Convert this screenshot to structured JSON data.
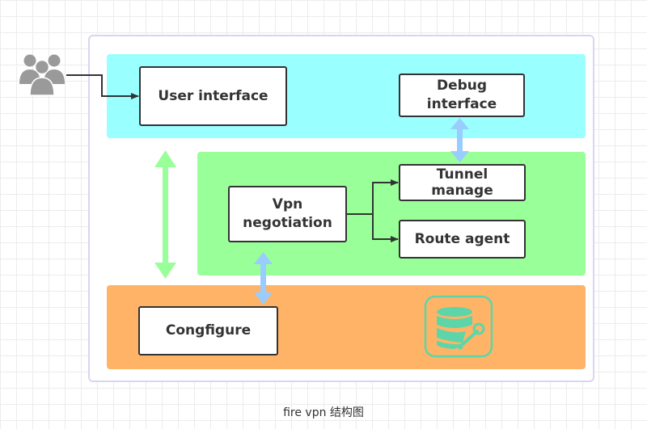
{
  "nodes": {
    "user_interface": "User interface",
    "debug_interface": "Debug interface",
    "vpn_negotiation": "Vpn negotiation",
    "tunnel_manage": "Tunnel manage",
    "route_agent": "Route agent",
    "configure": "Congfigure"
  },
  "caption": "fire vpn 结构图",
  "icons": [
    "users-icon",
    "database-settings-icon"
  ],
  "colors": {
    "band_user": "#99ffff",
    "band_core": "#99ff99",
    "band_config": "#ffb366",
    "connector_blue": "#99ccff",
    "connector_green": "#99ff99",
    "icon_teal": "#5cd6a8",
    "line": "#333333"
  }
}
